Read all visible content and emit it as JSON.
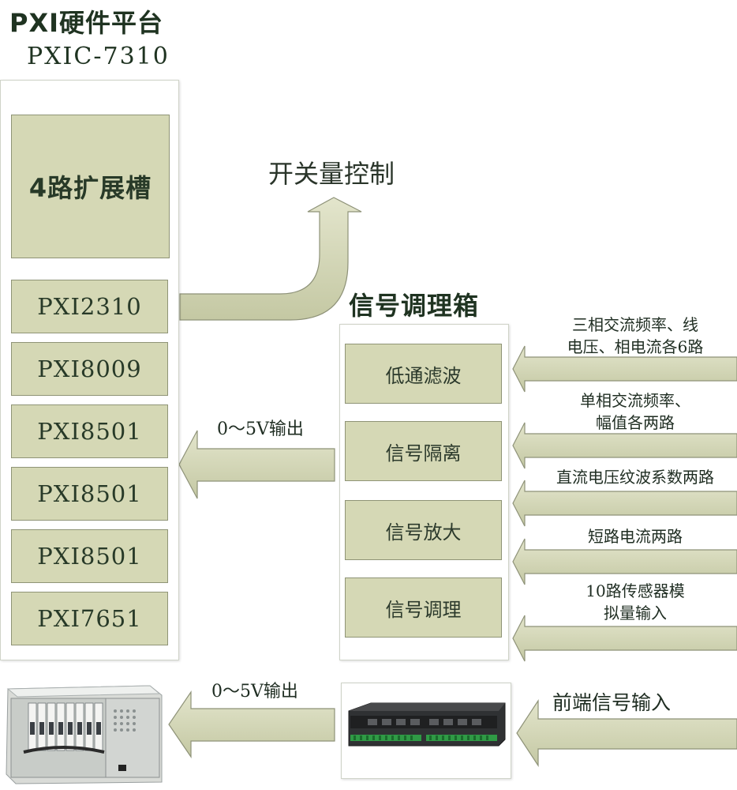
{
  "platform": {
    "title": "PXI硬件平台",
    "model": "PXIC-7310",
    "slots": [
      "4路扩展槽",
      "PXI2310",
      "PXI8009",
      "PXI8501",
      "PXI8501",
      "PXI8501",
      "PXI7651"
    ]
  },
  "switch_control": {
    "label": "开关量控制"
  },
  "conditioning_box": {
    "title": "信号调理箱",
    "stages": [
      "低通滤波",
      "信号隔离",
      "信号放大",
      "信号调理"
    ]
  },
  "output_label_upper": "0～5V输出",
  "output_label_lower": "0～5V输出",
  "inputs": [
    {
      "line1": "三相交流频率、线",
      "line2": "电压、相电流各6路"
    },
    {
      "line1": "单相交流频率、",
      "line2": "幅值各两路"
    },
    {
      "line1": "直流电压纹波系数两路",
      "line2": ""
    },
    {
      "line1": "短路电流两路",
      "line2": ""
    },
    {
      "line1": "10路传感器模",
      "line2": "拟量输入"
    }
  ],
  "front_input_label": "前端信号输入",
  "colors": {
    "arrow_fill": "#d3d6b6",
    "arrow_stroke": "#8e9278",
    "slot_fill": "#d5d8b5",
    "text": "#1f3321"
  }
}
